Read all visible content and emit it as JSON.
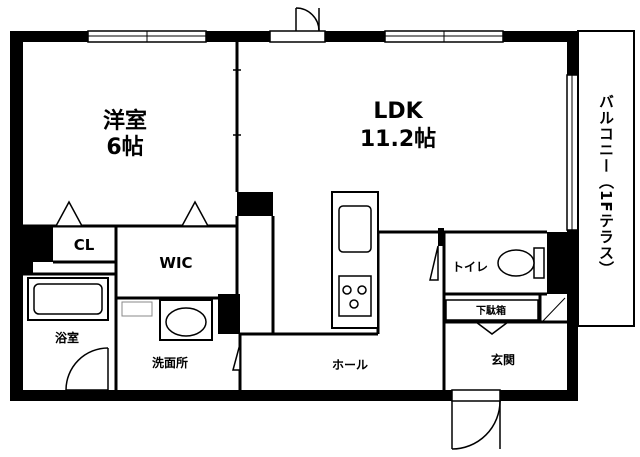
{
  "rooms": {
    "western_room": {
      "name": "洋室",
      "size": "6帖"
    },
    "ldk": {
      "name": "LDK",
      "size": "11.2帖"
    },
    "cl": "CL",
    "wic": "WIC",
    "bath": "浴室",
    "washroom": "洗面所",
    "toilet": "トイレ",
    "hall": "ホール",
    "entrance": "玄関",
    "shoe_box": "下駄箱",
    "balcony": "バルコニー（1Fテラス）"
  },
  "colors": {
    "wall": "#000000",
    "background": "#ffffff",
    "fixture": "#888888"
  }
}
